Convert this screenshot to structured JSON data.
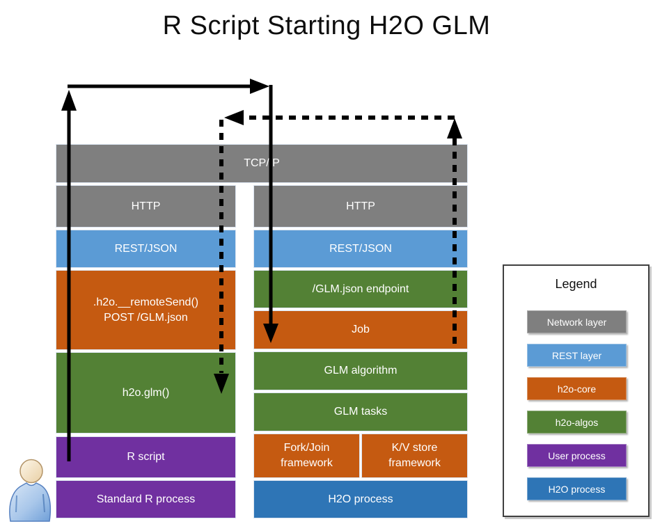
{
  "title": "R Script Starting H2O GLM",
  "colors": {
    "network_layer": "#7f7f7f",
    "rest_layer": "#5b9bd5",
    "h2o_core": "#c55a11",
    "h2o_algos": "#538135",
    "user_process": "#7030a0",
    "h2o_process": "#2e75b6",
    "arrow": "#000000"
  },
  "stack": {
    "tcp": {
      "label": "TCP/IP"
    },
    "left": [
      {
        "label": "HTTP"
      },
      {
        "label": "REST/JSON"
      },
      {
        "lines": [
          ".h2o.__remoteSend()",
          "POST /GLM.json"
        ]
      },
      {
        "label": "h2o.glm()"
      },
      {
        "label": "R script"
      },
      {
        "label": "Standard R process"
      }
    ],
    "right": [
      {
        "label": "HTTP"
      },
      {
        "label": "REST/JSON"
      },
      {
        "label": "/GLM.json endpoint"
      },
      {
        "label": "Job"
      },
      {
        "label": "GLM algorithm"
      },
      {
        "label": "GLM tasks"
      },
      {
        "lines": [
          "Fork/Join",
          "framework"
        ]
      },
      {
        "lines": [
          "K/V store",
          "framework"
        ]
      },
      {
        "label": "H2O process"
      }
    ]
  },
  "legend": {
    "title": "Legend",
    "items": [
      {
        "label": "Network layer",
        "color": "#7f7f7f"
      },
      {
        "label": "REST layer",
        "color": "#5b9bd5"
      },
      {
        "label": "h2o-core",
        "color": "#c55a11"
      },
      {
        "label": "h2o-algos",
        "color": "#538135"
      },
      {
        "label": "User process",
        "color": "#7030a0"
      },
      {
        "label": "H2O process",
        "color": "#2e75b6"
      }
    ]
  }
}
